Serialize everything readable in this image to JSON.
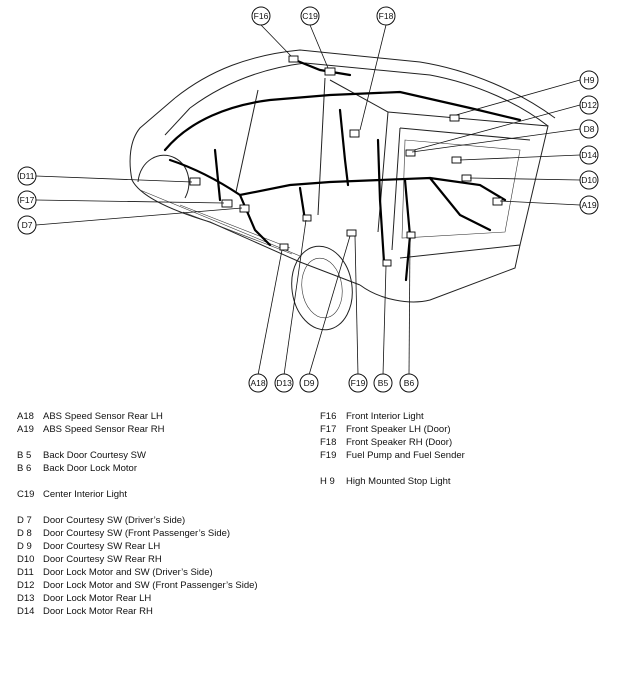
{
  "callouts": {
    "F16": "F16",
    "C19": "C19",
    "F18": "F18",
    "H9": "H9",
    "D12": "D12",
    "D8": "D8",
    "D14": "D14",
    "D10": "D10",
    "A19": "A19",
    "D11": "D11",
    "F17": "F17",
    "D7": "D7",
    "A18": "A18",
    "D13": "D13",
    "D9": "D9",
    "F19": "F19",
    "B5": "B5",
    "B6": "B6"
  },
  "legend_left": [
    {
      "code": "A18",
      "label": "ABS Speed Sensor Rear LH"
    },
    {
      "code": "A19",
      "label": "ABS Speed Sensor Rear RH"
    },
    {
      "code": "B 5",
      "label": "Back Door Courtesy SW"
    },
    {
      "code": "B 6",
      "label": "Back Door Lock Motor"
    },
    {
      "code": "C19",
      "label": "Center Interior Light"
    },
    {
      "code": "D 7",
      "label": "Door Courtesy SW (Driver’s Side)"
    },
    {
      "code": "D 8",
      "label": "Door Courtesy SW (Front Passenger’s Side)"
    },
    {
      "code": "D 9",
      "label": "Door Courtesy SW Rear LH"
    },
    {
      "code": "D10",
      "label": "Door Courtesy SW Rear RH"
    },
    {
      "code": "D11",
      "label": "Door Lock Motor and SW (Driver’s Side)"
    },
    {
      "code": "D12",
      "label": "Door Lock Motor and SW (Front Passenger’s Side)"
    },
    {
      "code": "D13",
      "label": "Door Lock Motor Rear LH"
    },
    {
      "code": "D14",
      "label": "Door Lock Motor Rear RH"
    }
  ],
  "legend_right": [
    {
      "code": "F16",
      "label": "Front Interior Light"
    },
    {
      "code": "F17",
      "label": "Front Speaker LH (Door)"
    },
    {
      "code": "F18",
      "label": "Front Speaker RH (Door)"
    },
    {
      "code": "F19",
      "label": "Fuel Pump and Fuel Sender"
    },
    {
      "code": "H 9",
      "label": "High Mounted Stop Light"
    }
  ]
}
